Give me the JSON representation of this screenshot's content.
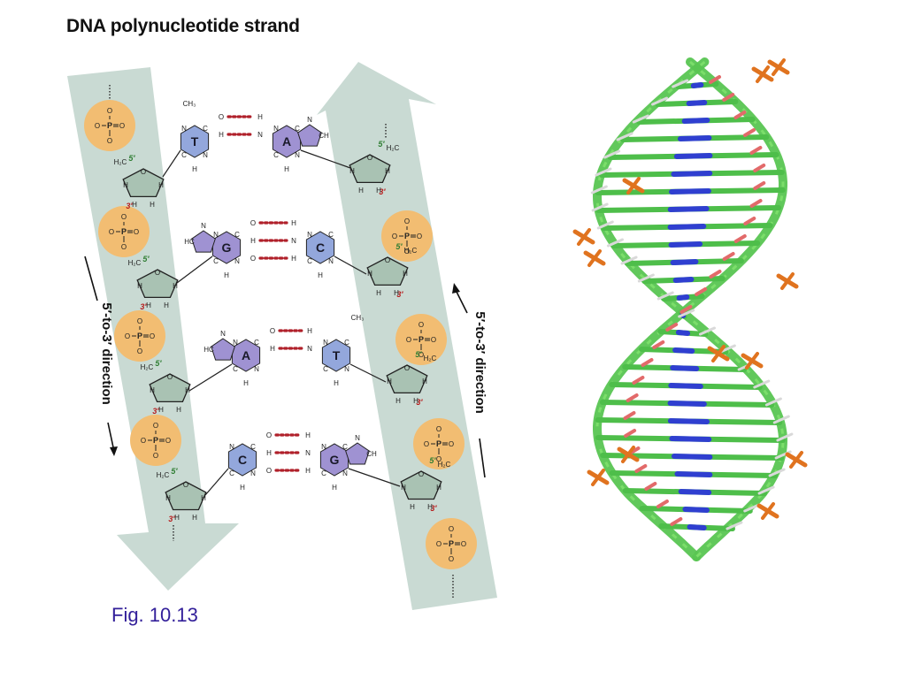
{
  "title": "DNA polynucleotide strand",
  "caption": "Fig. 10.13",
  "direction_label": "5′-to-3′ direction",
  "prime_5": "5′",
  "prime_3": "3′",
  "phosphate_label": "P",
  "sugar_label": "O",
  "methylene_label": "H₂C",
  "atom_labels": {
    "H": "H",
    "N": "N",
    "O": "O",
    "C": "C",
    "CH3": "CH₃",
    "CH": "CH",
    "HC": "HC"
  },
  "base_pairs": [
    {
      "left": "T",
      "right": "A"
    },
    {
      "left": "G",
      "right": "C"
    },
    {
      "left": "A",
      "right": "T"
    },
    {
      "left": "C",
      "right": "G"
    }
  ],
  "colors": {
    "backbone_arrow": "#c9dad3",
    "phosphate": "#f2bd72",
    "sugar": "#a9c2b3",
    "purine_base": "#9f92d2",
    "pyrimidine_base": "#93a7dc",
    "hbond": "#b0202a",
    "prime_5": "#2e7d32",
    "prime_3": "#b71c1c",
    "caption": "#33209a"
  }
}
